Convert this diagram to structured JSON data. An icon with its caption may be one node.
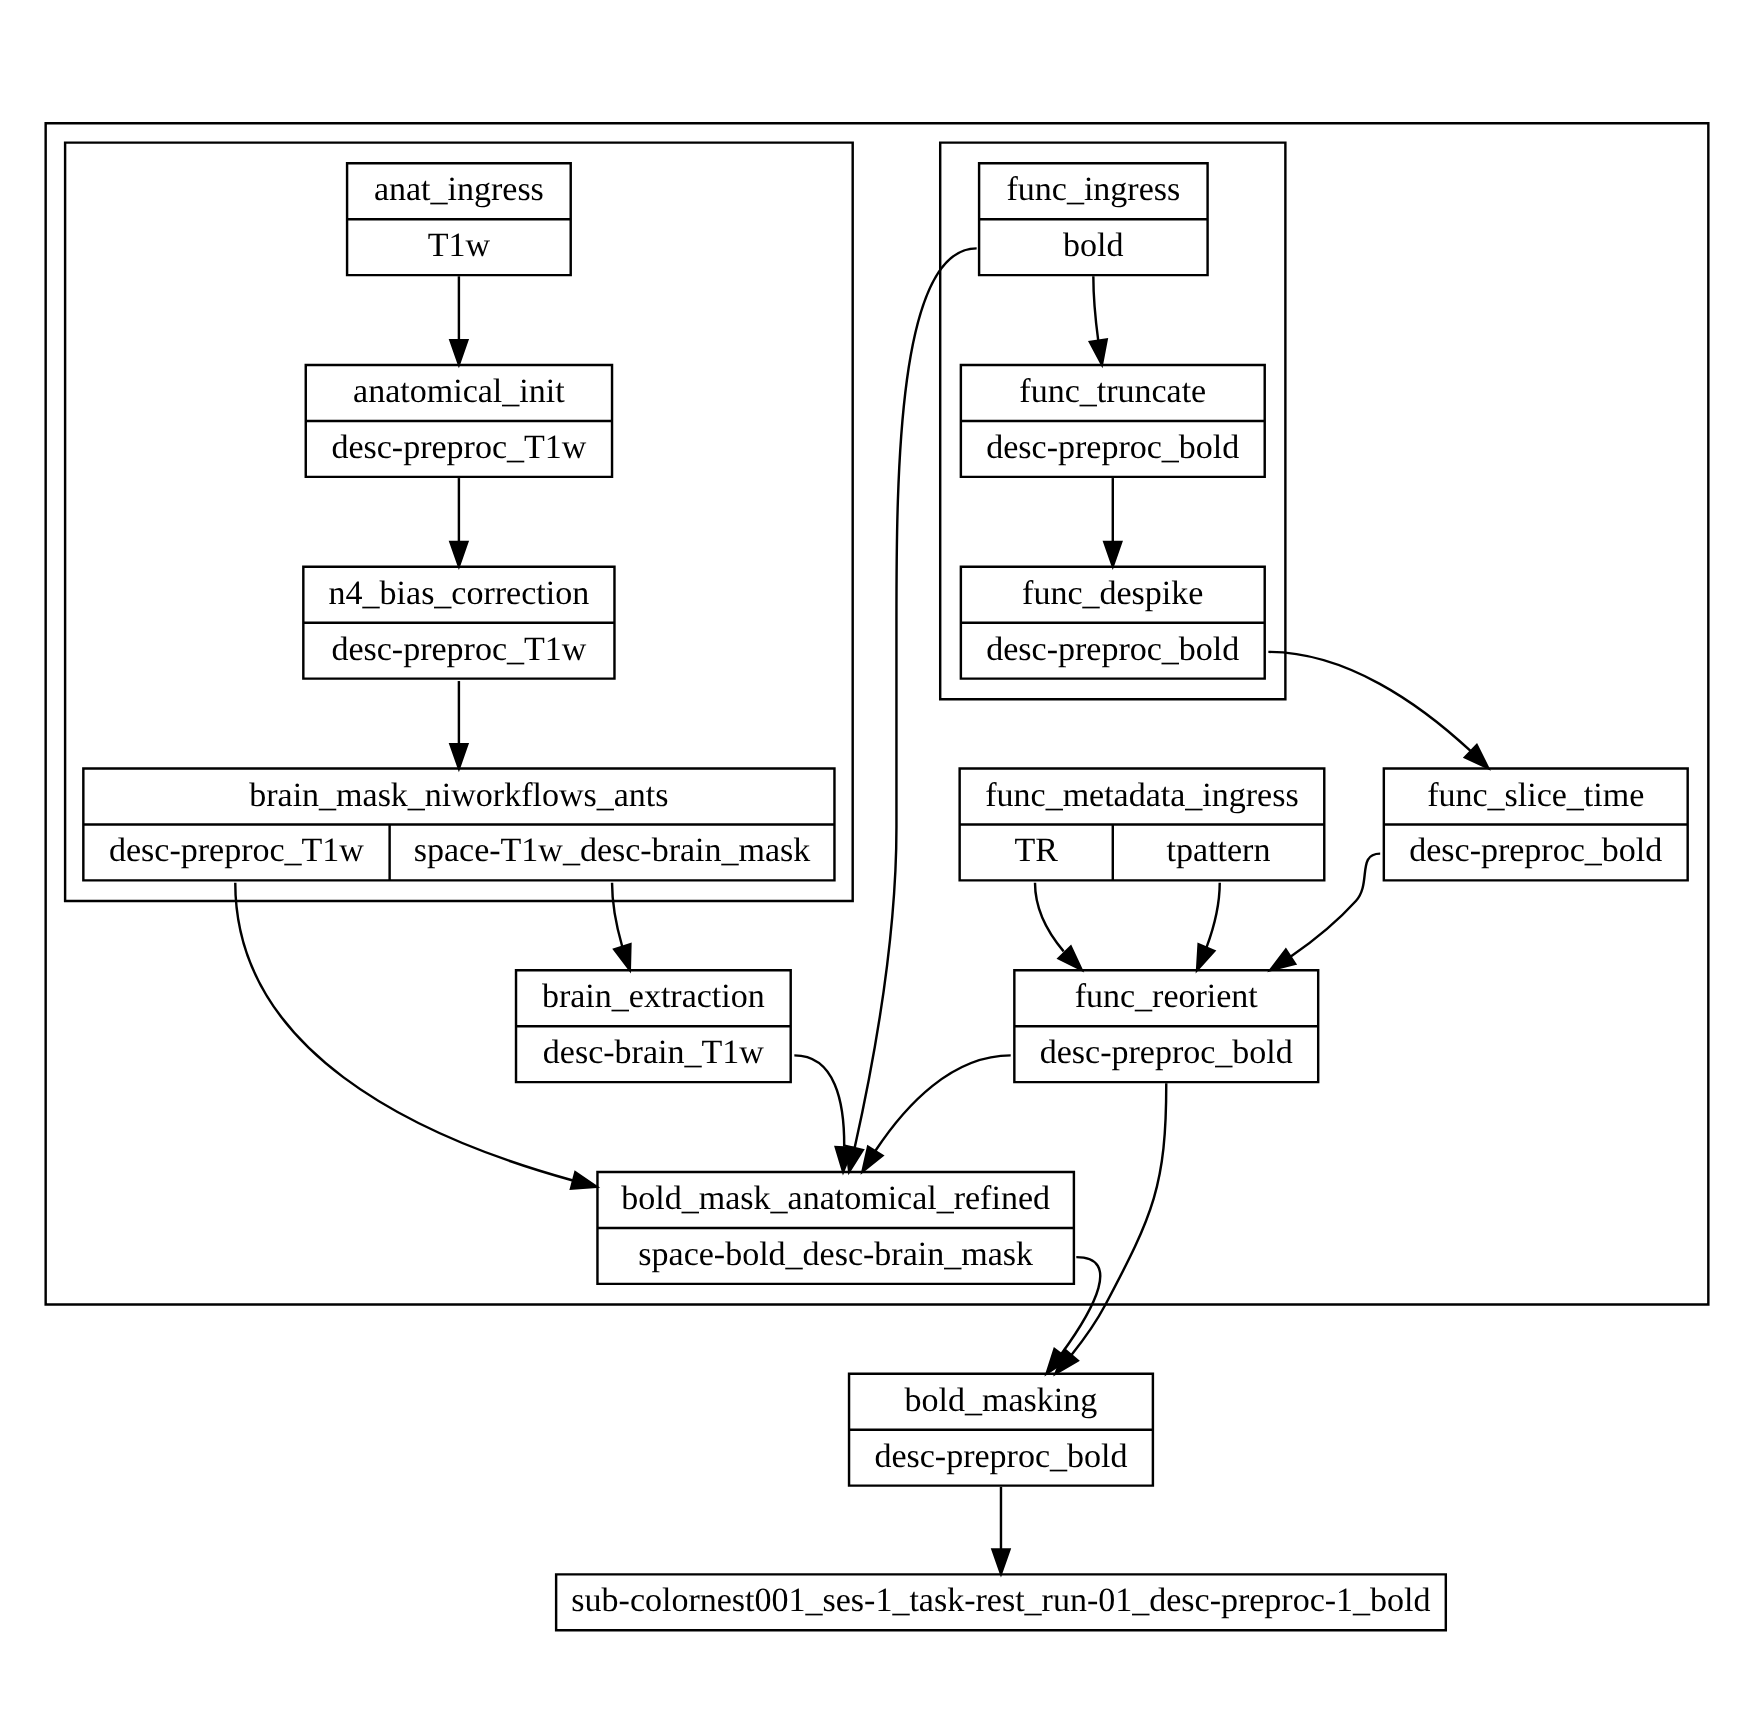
{
  "diagram": {
    "nodes": [
      {
        "text": [],
        "shape": "box"
      },
      {
        "text": [],
        "shape": "box",
        "in": 0
      },
      {
        "text": [
          "anat_ingress",
          "T1w"
        ],
        "in": 1
      },
      {
        "text": [
          "anatomical_init",
          "desc-preproc_T1w"
        ],
        "in": 1
      },
      {
        "text": [
          "n4_bias_correction",
          "desc-preproc_T1w"
        ],
        "in": 1
      },
      {
        "text": [
          "brain_mask_niworkflows_ants",
          "desc-preproc_T1w",
          "space-T1w_desc-brain_mask"
        ],
        "in": 1
      },
      {
        "text": [],
        "shape": "box",
        "in": 0
      },
      {
        "text": [
          "func_ingress",
          "bold"
        ],
        "in": 6
      },
      {
        "text": [
          "func_truncate",
          "desc-preproc_bold"
        ],
        "in": 6
      },
      {
        "text": [
          "func_despike",
          "desc-preproc_bold"
        ],
        "in": 6
      },
      {
        "text": [
          "func_metadata_ingress",
          "TR",
          "tpattern"
        ],
        "in": 0
      },
      {
        "text": [
          "func_slice_time",
          "desc-preproc_bold"
        ],
        "in": 0
      },
      {
        "text": [
          "brain_extraction",
          "desc-brain_T1w"
        ],
        "in": 0
      },
      {
        "text": [
          "func_reorient",
          "desc-preproc_bold"
        ],
        "in": 0
      },
      {
        "text": [
          "bold_mask_anatomical_refined",
          "space-bold_desc-brain_mask"
        ],
        "in": 0
      },
      {
        "text": [
          "bold_masking",
          "desc-preproc_bold"
        ]
      },
      {
        "text": [
          "sub-colornest001_ses-1_task-rest_run-01_desc-preproc-1_bold"
        ]
      }
    ],
    "edges": [
      {
        "from": 2,
        "to": 3,
        "arrow": "to"
      },
      {
        "from": 3,
        "to": 4,
        "arrow": "to"
      },
      {
        "from": 4,
        "to": 5,
        "arrow": "to"
      },
      {
        "from": 7,
        "to": 8,
        "arrow": "to"
      },
      {
        "from": 8,
        "to": 9,
        "arrow": "to"
      },
      {
        "from": 9,
        "to": 11,
        "arrow": "to"
      },
      {
        "from": 5,
        "to": 14,
        "arrow": "to"
      },
      {
        "from": 5,
        "to": 12,
        "arrow": "to"
      },
      {
        "from": 10,
        "to": 13,
        "arrow": "to"
      },
      {
        "from": 10,
        "to": 13,
        "arrow": "to"
      },
      {
        "from": 11,
        "to": 13,
        "arrow": "to"
      },
      {
        "from": 7,
        "to": 14,
        "arrow": "to"
      },
      {
        "from": 12,
        "to": 14,
        "arrow": "to"
      },
      {
        "from": 13,
        "to": 14,
        "arrow": "to"
      },
      {
        "from": 14,
        "to": 15,
        "arrow": "to"
      },
      {
        "from": 13,
        "to": 15,
        "arrow": "to"
      },
      {
        "from": 15,
        "to": 16,
        "arrow": "to"
      }
    ]
  }
}
